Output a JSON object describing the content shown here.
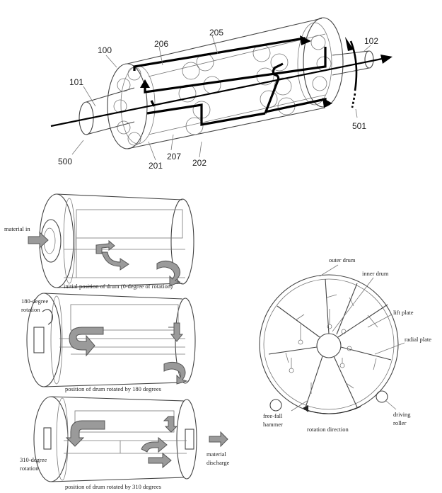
{
  "figure_top": {
    "labels": {
      "l100": "100",
      "l101": "101",
      "l102": "102",
      "l205": "205",
      "l206": "206",
      "l207": "207",
      "l201": "201",
      "l202": "202",
      "l500": "500",
      "l501": "501"
    }
  },
  "figure_drum_positions": {
    "panel1": {
      "input_label": "material in",
      "caption": "initial position of drum (0-degree of rotation)"
    },
    "panel2": {
      "rotation_label_1": "180-degree",
      "rotation_label_2": "rotation",
      "caption": "position of drum rotated by 180 degrees"
    },
    "panel3": {
      "rotation_label_1": "310-degree",
      "rotation_label_2": "rotation",
      "output_label_1": "material",
      "output_label_2": "discharge",
      "caption": "position of drum rotated by 310 degrees"
    }
  },
  "figure_cross_section": {
    "labels": {
      "outer_drum": "outer drum",
      "inner_drum": "inner drum",
      "lift_plate": "lift plate",
      "radial_plate": "radial plate",
      "hammer_1": "free-fall",
      "hammer_2": "hammer",
      "roller_1": "driving",
      "roller_2": "roller",
      "rotation_direction": "rotation direction"
    }
  }
}
